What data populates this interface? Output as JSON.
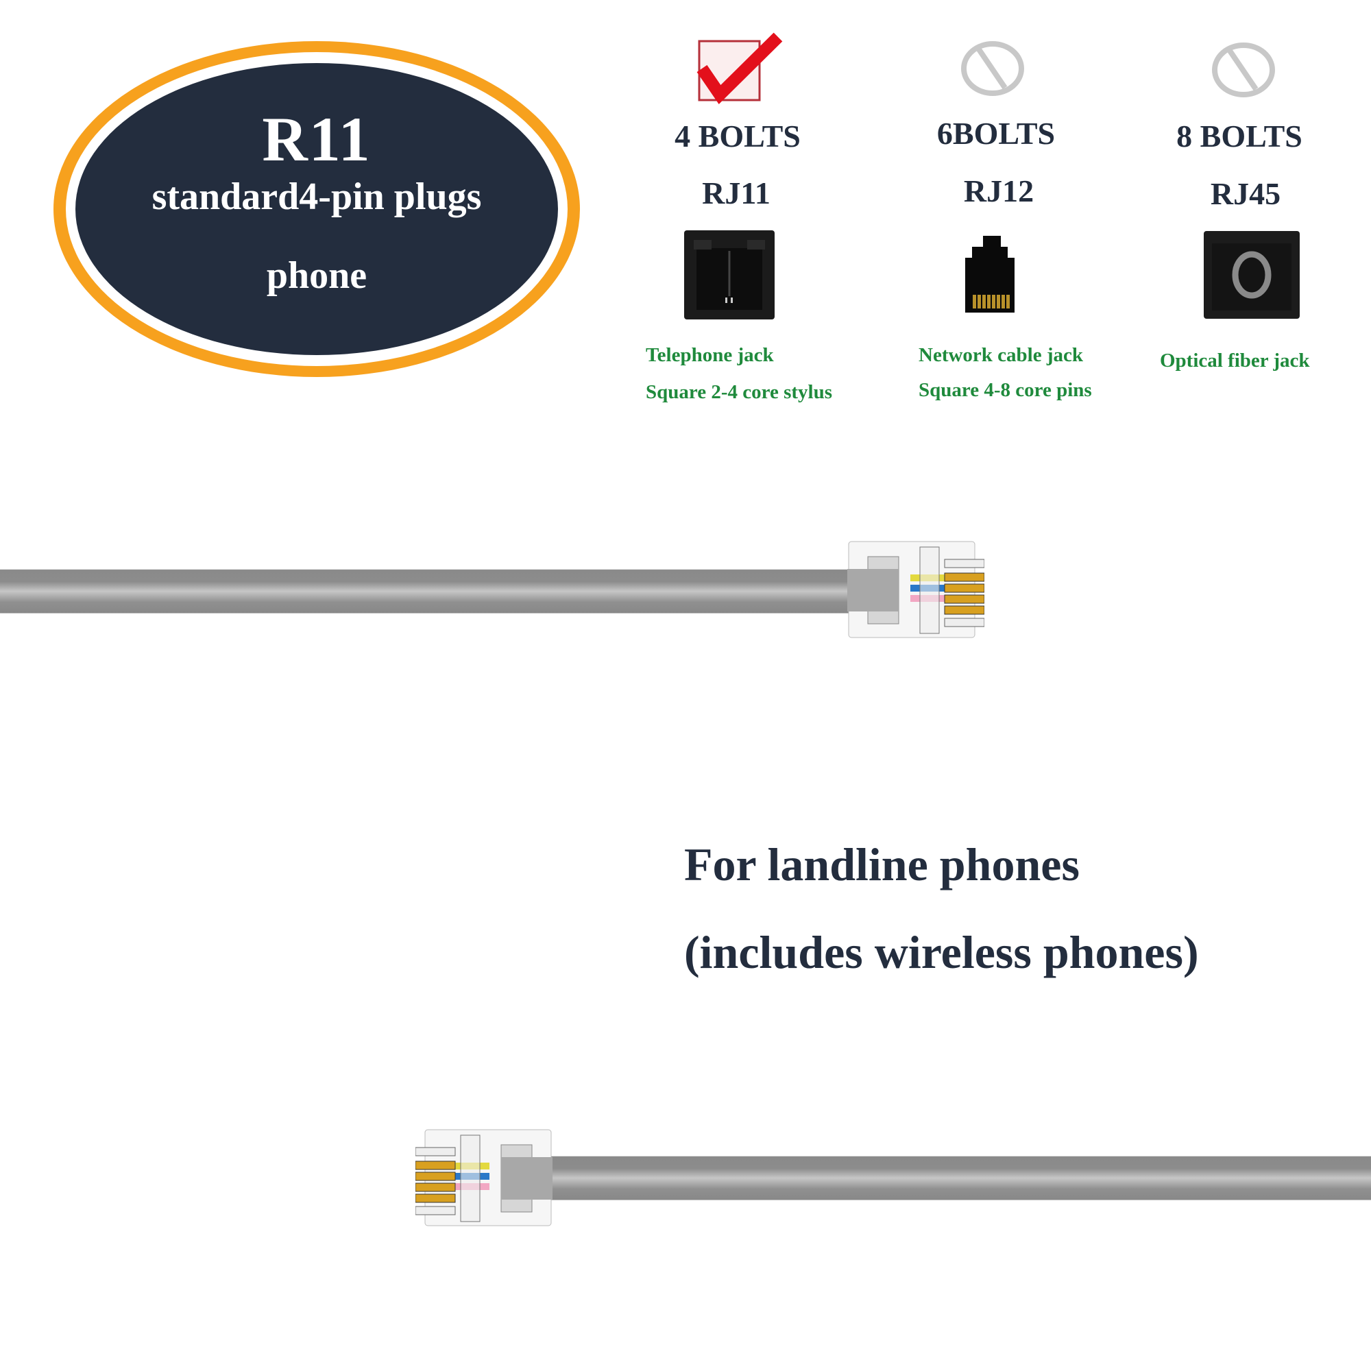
{
  "badge": {
    "title": "R11",
    "subtitle": "standard4-pin plugs",
    "subtitle2": "phone",
    "colors": {
      "ring": "#f7a11e",
      "fill": "#232d3e",
      "text": "#ffffff"
    }
  },
  "options": [
    {
      "status_icon": "checkmark-icon",
      "selected": true,
      "bolts": "4 BOLTS",
      "type": "RJ11",
      "jack_icon": "telephone-jack-icon",
      "desc_line1": "Telephone jack",
      "desc_line2": "Square 2-4 core stylus"
    },
    {
      "status_icon": "prohibited-icon",
      "selected": false,
      "bolts": "6BOLTS",
      "type": "RJ12",
      "jack_icon": "network-jack-icon",
      "desc_line1": "Network cable jack",
      "desc_line2": "Square 4-8 core pins"
    },
    {
      "status_icon": "prohibited-icon",
      "selected": false,
      "bolts": "8 BOLTS",
      "type": "RJ45",
      "jack_icon": "optical-fiber-jack-icon",
      "desc_line1": "Optical fiber jack",
      "desc_line2": ""
    }
  ],
  "caption": {
    "line1": "For landline phones",
    "line2": "(includes wireless phones)"
  },
  "colors": {
    "heading": "#232d3e",
    "desc": "#1f8a3c",
    "check": "#e3101b",
    "cable": "#8c8c8c"
  }
}
